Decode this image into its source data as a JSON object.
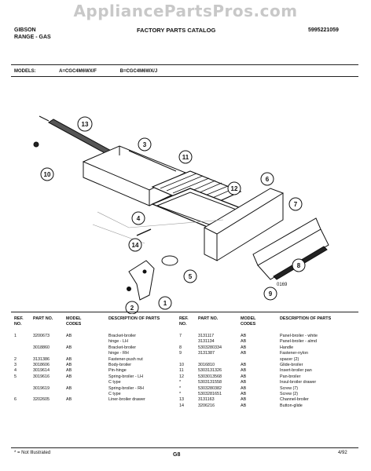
{
  "watermark": "AppliancePartsPros.com",
  "header": {
    "brand": "GIBSON",
    "product": "RANGE - GAS",
    "catalog": "FACTORY PARTS CATALOG",
    "doc_no": "5995221059"
  },
  "models": {
    "label": "MODELS:",
    "a": "A=CGC4M6WX/F",
    "b": "B=CGC4M6WX/J"
  },
  "callouts": [
    "13",
    "3",
    "10",
    "11",
    "12",
    "6",
    "7",
    "4",
    "14",
    "5",
    "8",
    "2",
    "1",
    "9"
  ],
  "diagram_code": "0169",
  "table": {
    "headers_left": {
      "ref": "REF. NO.",
      "part": "PART NO.",
      "model": "MODEL CODES",
      "desc": "DESCRIPTION OF PARTS"
    },
    "headers_right": {
      "ref": "REF. NO.",
      "part": "PART NO.",
      "model": "MODEL CODES",
      "desc": "DESCRIPTION OF PARTS"
    },
    "left_rows": [
      {
        "ref": "1",
        "part": "3200673",
        "model": "AB",
        "desc": "Bracket-broiler"
      },
      {
        "ref": "",
        "part": "",
        "model": "",
        "desc": "hinge - LH"
      },
      {
        "ref": "",
        "part": "3018860",
        "model": "AB",
        "desc": "Bracket-broiler"
      },
      {
        "ref": "",
        "part": "",
        "model": "",
        "desc": "hinge - RH"
      },
      {
        "ref": "2",
        "part": "3131386",
        "model": "AB",
        "desc": "Fastener-push nut"
      },
      {
        "ref": "3",
        "part": "3018606",
        "model": "AB",
        "desc": "Body-broiler"
      },
      {
        "ref": "4",
        "part": "3019614",
        "model": "AB",
        "desc": "Pin-hinge"
      },
      {
        "ref": "5",
        "part": "3019616",
        "model": "AB",
        "desc": "Spring-broiler - LH"
      },
      {
        "ref": "",
        "part": "",
        "model": "",
        "desc": "C type"
      },
      {
        "ref": "",
        "part": "3019619",
        "model": "AB",
        "desc": "Spring-broiler - RH"
      },
      {
        "ref": "",
        "part": "",
        "model": "",
        "desc": "C type"
      },
      {
        "ref": "6",
        "part": "3202605",
        "model": "AB",
        "desc": "Liner-broiler drawer"
      }
    ],
    "right_rows": [
      {
        "ref": "7",
        "part": "3131117",
        "model": "AB",
        "desc": "Panel-broiler - white"
      },
      {
        "ref": "",
        "part": "3131134",
        "model": "AB",
        "desc": "Panel-broiler - almd"
      },
      {
        "ref": "8",
        "part": "5303280334",
        "model": "AB",
        "desc": "Handle"
      },
      {
        "ref": "9",
        "part": "3131387",
        "model": "AB",
        "desc": "Fastener-nylon"
      },
      {
        "ref": "",
        "part": "",
        "model": "",
        "desc": "spacer (2)"
      },
      {
        "ref": "10",
        "part": "3016810",
        "model": "AB",
        "desc": "Glide-broiler"
      },
      {
        "ref": "11",
        "part": "5303131326",
        "model": "AB",
        "desc": "Insert-broiler pan"
      },
      {
        "ref": "12",
        "part": "5303013568",
        "model": "AB",
        "desc": "Pan-broiler"
      },
      {
        "ref": "*",
        "part": "5303131558",
        "model": "AB",
        "desc": "Insul-broiler drawer"
      },
      {
        "ref": "*",
        "part": "5303280382",
        "model": "AB",
        "desc": "Screw (7)"
      },
      {
        "ref": "*",
        "part": "5303281651",
        "model": "AB",
        "desc": "Screw (2)"
      },
      {
        "ref": "13",
        "part": "3131163",
        "model": "AB",
        "desc": "Channel-broiler"
      },
      {
        "ref": "14",
        "part": "3206216",
        "model": "AB",
        "desc": "Button-glide"
      }
    ]
  },
  "footer": {
    "note": "* = Not Illustrated",
    "section": "G8",
    "date": "4/92"
  }
}
